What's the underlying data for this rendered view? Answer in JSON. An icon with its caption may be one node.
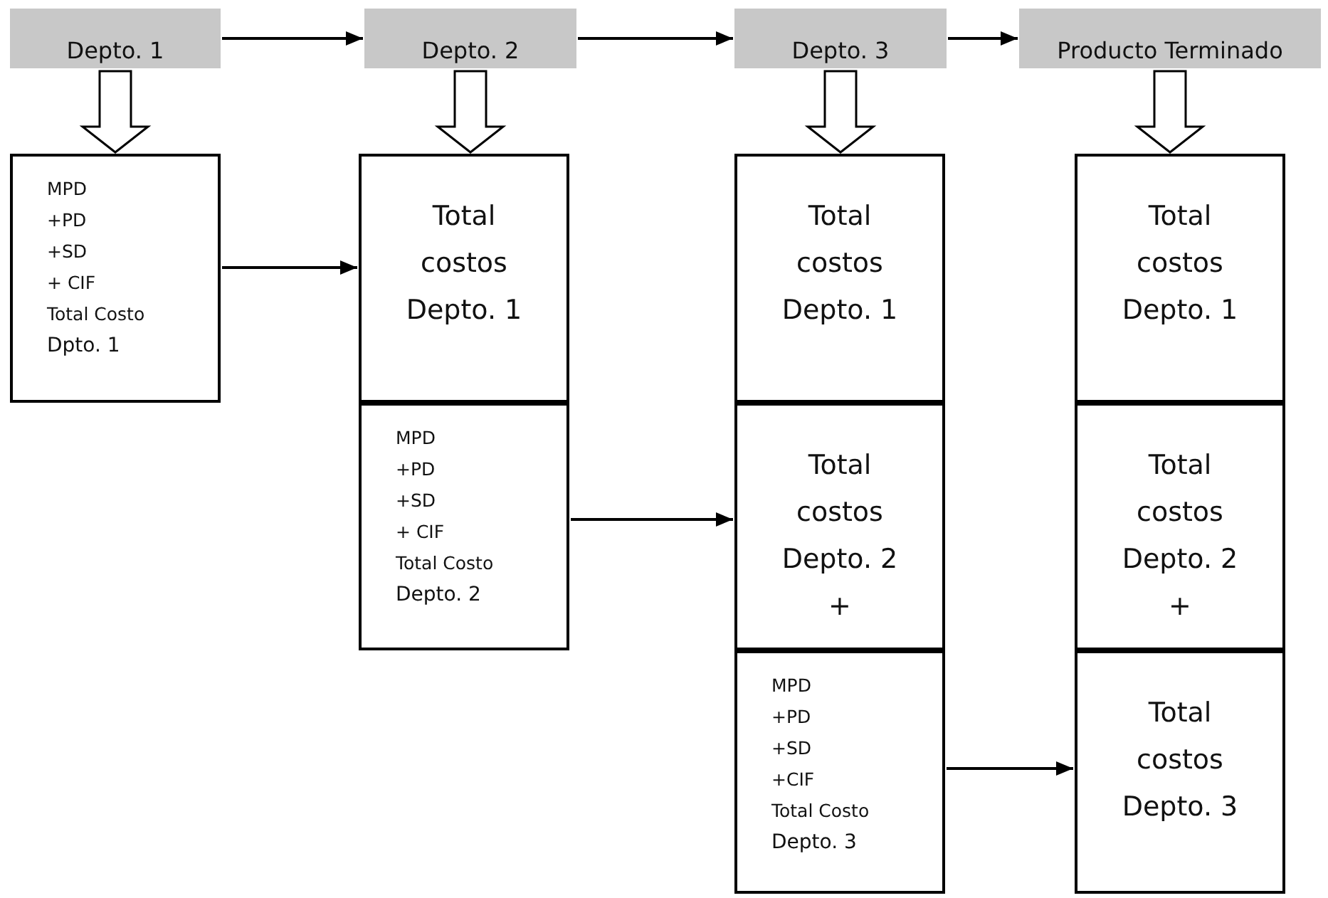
{
  "diagram": {
    "nodes": [
      {
        "text": [
          "Depto. 1"
        ]
      },
      {
        "text": [
          "Depto. 2"
        ]
      },
      {
        "text": [
          "Depto. 3"
        ]
      },
      {
        "text": [
          "Producto Terminado"
        ]
      },
      {
        "text": [
          "MPD",
          "+PD",
          "+SD",
          "+ CIF",
          "Total Costo",
          "Dpto. 1"
        ]
      },
      {
        "text": [
          "Total costos Depto. 1"
        ]
      },
      {
        "text": [
          "MPD",
          "+PD",
          "+SD",
          "+ CIF",
          "Total Costo",
          "Depto. 2"
        ]
      },
      {
        "text": [
          "Total costos Depto. 1"
        ]
      },
      {
        "text": [
          "Total costos Depto. 2",
          "+"
        ]
      },
      {
        "text": [
          "MPD",
          "+PD",
          "+SD",
          "+CIF",
          "Total Costo",
          "Depto. 3"
        ]
      },
      {
        "text": [
          "Total costos Depto. 1"
        ]
      },
      {
        "text": [
          "Total costos Depto. 2",
          "+"
        ]
      },
      {
        "text": [
          "Total costos Depto. 3"
        ]
      }
    ],
    "edges": [
      {
        "from": 0,
        "to": 1,
        "arrow": "to"
      },
      {
        "from": 1,
        "to": 2,
        "arrow": "to"
      },
      {
        "from": 2,
        "to": 3,
        "arrow": "to"
      },
      {
        "from": 0,
        "to": 4,
        "arrow": "to",
        "style": "thick"
      },
      {
        "from": 1,
        "to": 5,
        "arrow": "to",
        "style": "thick"
      },
      {
        "from": 2,
        "to": 7,
        "arrow": "to",
        "style": "thick"
      },
      {
        "from": 3,
        "to": 10,
        "arrow": "to",
        "style": "thick"
      },
      {
        "from": 4,
        "to": 5,
        "arrow": "to"
      },
      {
        "from": 6,
        "to": 8,
        "arrow": "to"
      },
      {
        "from": 9,
        "to": 12,
        "arrow": "to"
      }
    ]
  }
}
